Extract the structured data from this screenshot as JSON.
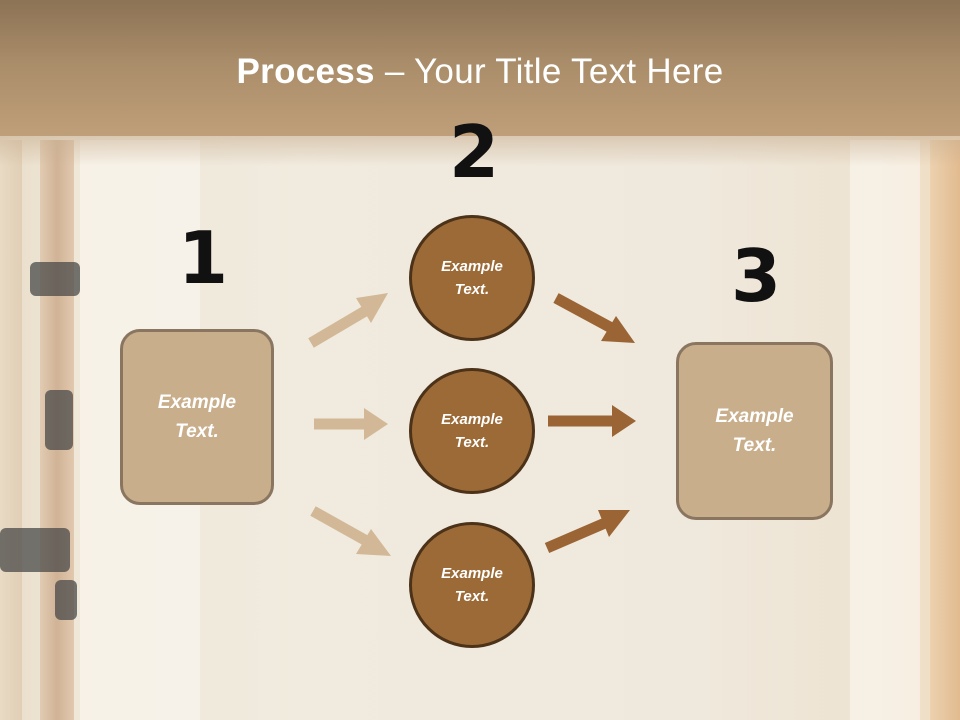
{
  "title": {
    "bold": "Process",
    "rest": " – Your Title Text Here"
  },
  "steps": {
    "step1_number": "1",
    "step2_number": "2",
    "step3_number": "3"
  },
  "left_box": {
    "text": "Example\nText."
  },
  "right_box": {
    "text": "Example\nText."
  },
  "circles": [
    {
      "text": "Example\nText."
    },
    {
      "text": "Example\nText."
    },
    {
      "text": "Example\nText."
    }
  ],
  "colors": {
    "title_bar": "#a98c69",
    "box_fill": "#c9ae8c",
    "circle_fill": "#9c6a36",
    "left_arrows": "#d2b896",
    "right_arrows": "#9a6435"
  }
}
